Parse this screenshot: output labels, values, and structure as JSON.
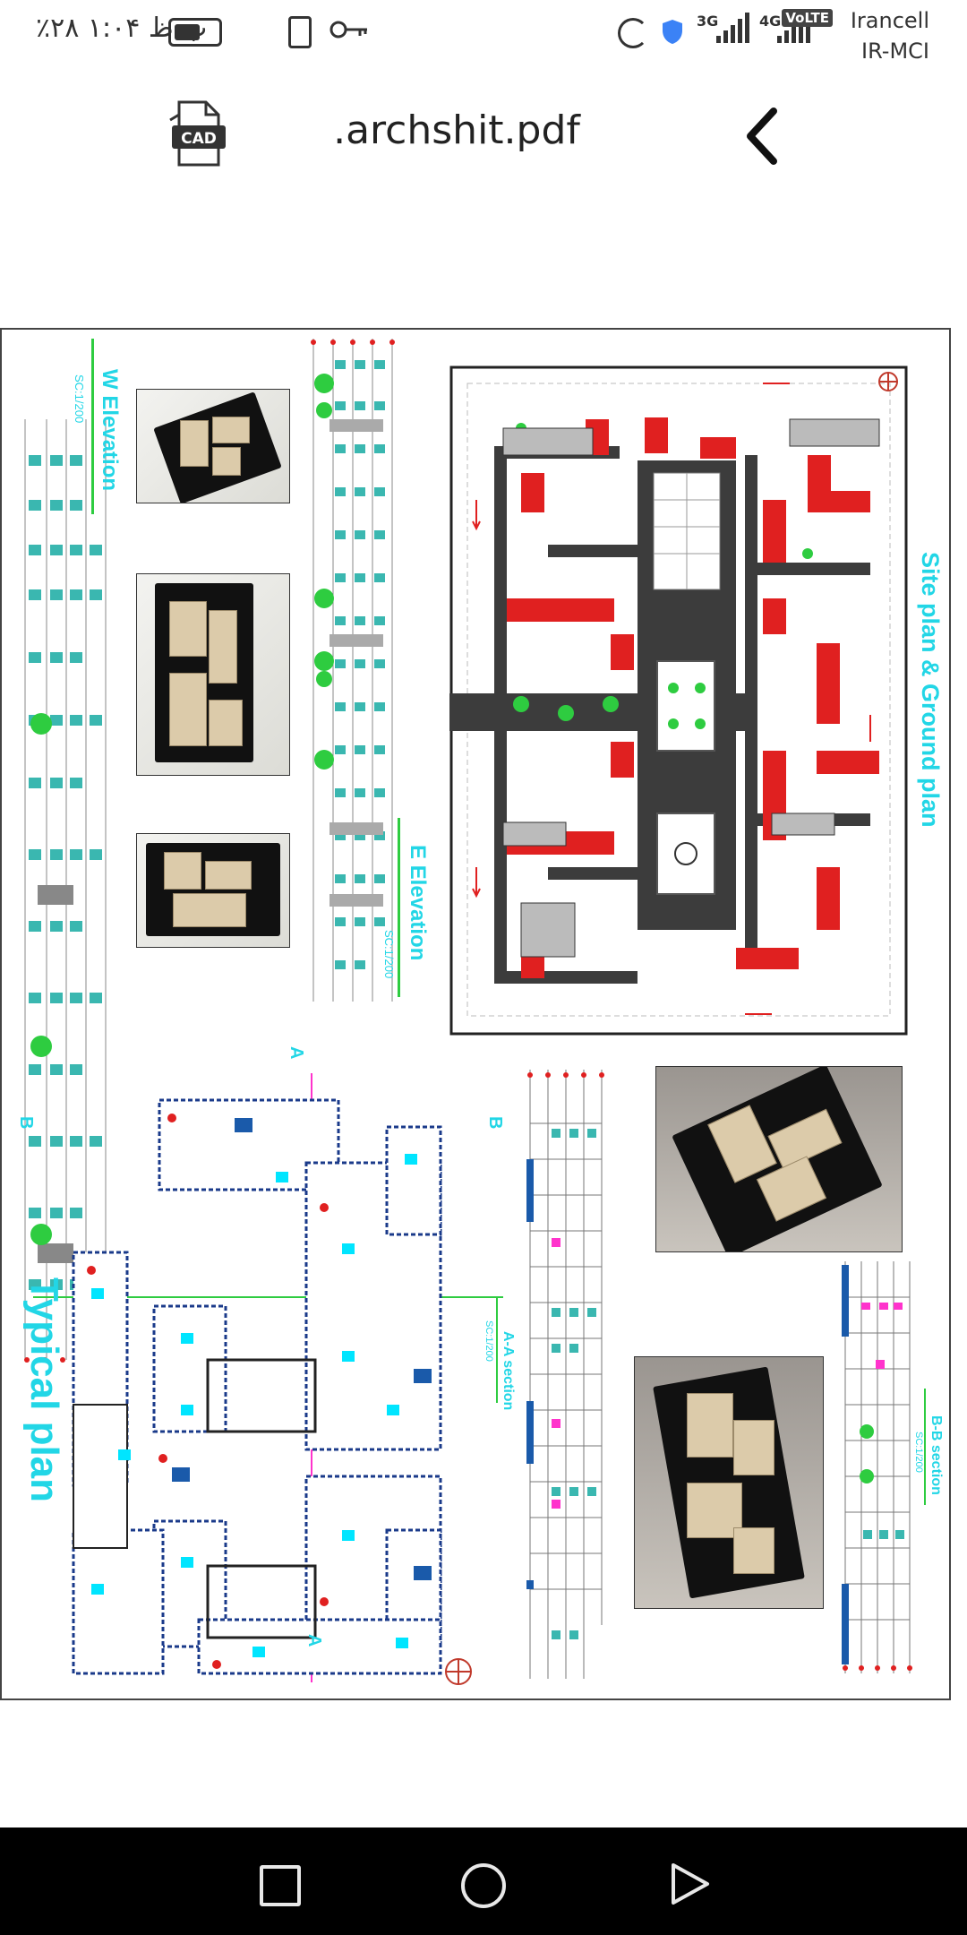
{
  "status_bar": {
    "time_and_battery": "ب.ظ ۱:۰۴   ۲۸٪",
    "carrier_name": "Irancell",
    "carrier_network": "IR-MCI",
    "volte": "VoLTE",
    "sim1_tech": "3G",
    "sim2_tech": "4G"
  },
  "app_bar": {
    "cad_icon_label": "CAD",
    "title": ".archshit.pdf"
  },
  "document": {
    "labels": {
      "site_plan": "Site plan & Ground plan",
      "w_elevation": "W  Elevation",
      "w_elevation_scale": "SC:1/200",
      "e_elevation": "E  Elevation",
      "e_elevation_scale": "SC:1/200",
      "typical_plan": "Typical plan",
      "aa_section": "A-A  section",
      "aa_scale": "SC:1/200",
      "bb_section": "B-B  section",
      "bb_scale": "SC:1/200",
      "section_a_top": "A",
      "section_a_bottom": "A",
      "section_b_left": "B",
      "section_b_right": "B"
    }
  },
  "colors": {
    "accent_cyan": "#22d6e6",
    "plan_dark": "#333333",
    "car_red": "#e02020",
    "tree_green": "#2ecc40",
    "nav_bar": "#000000"
  },
  "icons": [
    "cad-file-icon",
    "back-arrow-icon",
    "recent-apps-icon",
    "home-icon",
    "nav-back-icon",
    "key-icon",
    "vibrate-icon",
    "battery-icon",
    "shield-icon",
    "sync-icon",
    "signal-icon"
  ]
}
